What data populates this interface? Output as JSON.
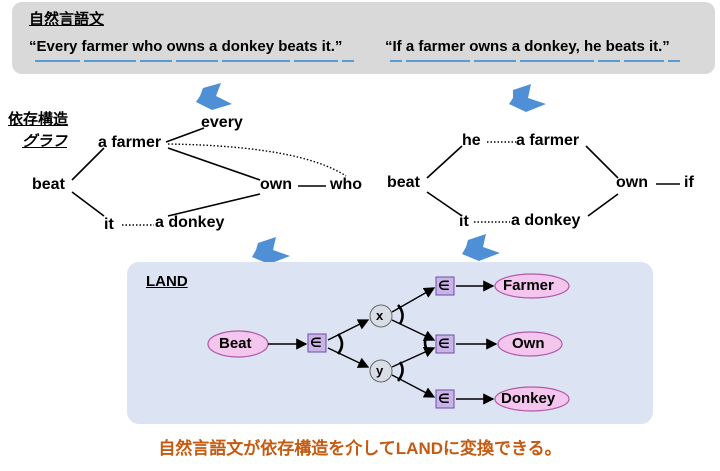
{
  "natural_language": {
    "heading": "自然言語文",
    "sentence_1": "“Every farmer who owns a donkey beats it.”",
    "sentence_2": "“If a farmer owns a donkey, he beats it.”"
  },
  "dependency_graph": {
    "label_line1": "依存構造",
    "label_line2": "グラフ",
    "left": {
      "every": "every",
      "a_farmer": "a farmer",
      "beat": "beat",
      "own": "own",
      "who": "who",
      "it": "it",
      "a_donkey": "a donkey"
    },
    "right": {
      "he": "he",
      "a_farmer": "a farmer",
      "beat": "beat",
      "own": "own",
      "if": "if",
      "it": "it",
      "a_donkey": "a donkey"
    }
  },
  "land": {
    "title": "LAND",
    "beat": "Beat",
    "farmer": "Farmer",
    "own": "Own",
    "donkey": "Donkey",
    "var_x": "x",
    "var_y": "y",
    "member_symbol": "∈"
  },
  "caption": "自然言語文が依存構造を介してLANDに変換できる。",
  "colors": {
    "top_box": "#d9d9d9",
    "land_box": "#dce3f2",
    "arrow_blue": "#4f8fd6",
    "ellipse_pink": "#f4c6ee",
    "ellipse_border": "#b05aa8",
    "member_box": "#c9b3e8",
    "caption": "#c55a11"
  }
}
